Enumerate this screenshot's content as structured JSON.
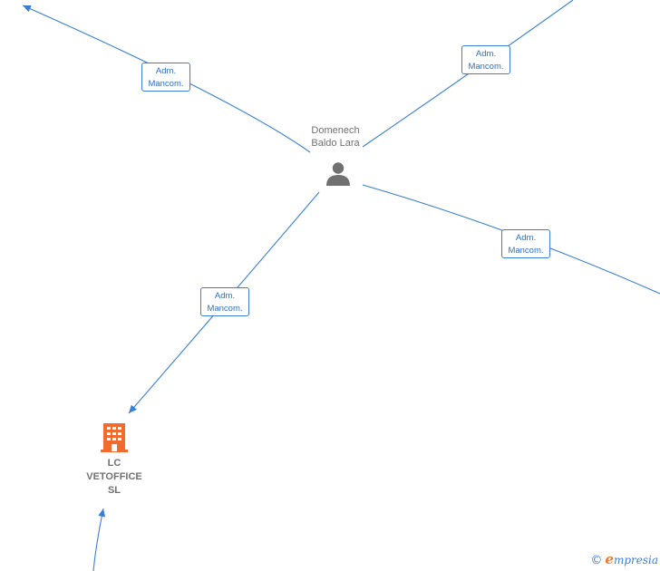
{
  "person": {
    "name_line1": "Domenech",
    "name_line2": "Baldo Lara",
    "icon": "person-icon"
  },
  "company": {
    "name_line1": "LC",
    "name_line2": "VETOFFICE",
    "name_line3": "SL",
    "icon": "building-icon",
    "color": "#f26a2e"
  },
  "edges": [
    {
      "role_line1": "Adm.",
      "role_line2": "Mancom."
    },
    {
      "role_line1": "Adm.",
      "role_line2": "Mancom."
    },
    {
      "role_line1": "Adm.",
      "role_line2": "Mancom."
    },
    {
      "role_line1": "Adm.",
      "role_line2": "Mancom."
    }
  ],
  "colors": {
    "edge": "#3a7fd4",
    "node_text": "#707070"
  },
  "branding": {
    "copyright": "©",
    "name_initial": "e",
    "name_rest": "mpresia"
  }
}
